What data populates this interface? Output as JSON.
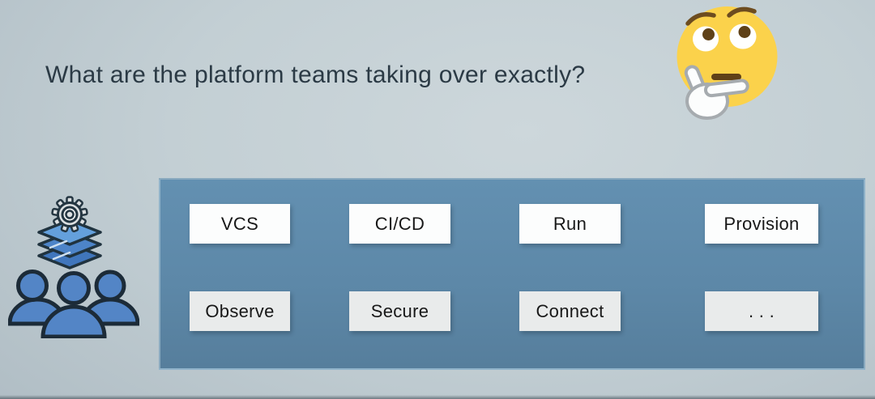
{
  "title": "What are the platform teams taking over exactly?",
  "panel": {
    "rows": [
      [
        "VCS",
        "CI/CD",
        "Run",
        "Provision"
      ],
      [
        "Observe",
        "Secure",
        "Connect",
        ". . ."
      ]
    ]
  },
  "icons": {
    "top_right": "thinking-face-emoji",
    "left": "platform-team-icon (gear on stacked layers above three people)"
  },
  "colors": {
    "background_gray_blue": "#bac7cd",
    "panel_blue": "#5e8aab",
    "box_white": "#fcfdfd",
    "box_gray": "#e9ebeb",
    "box_text": "#181818",
    "title_text": "#2b3a45",
    "emoji_yellow": "#fbd24b",
    "emoji_brown": "#5f4118",
    "icon_blue": "#5385c6",
    "icon_outline": "#1c2b38"
  }
}
